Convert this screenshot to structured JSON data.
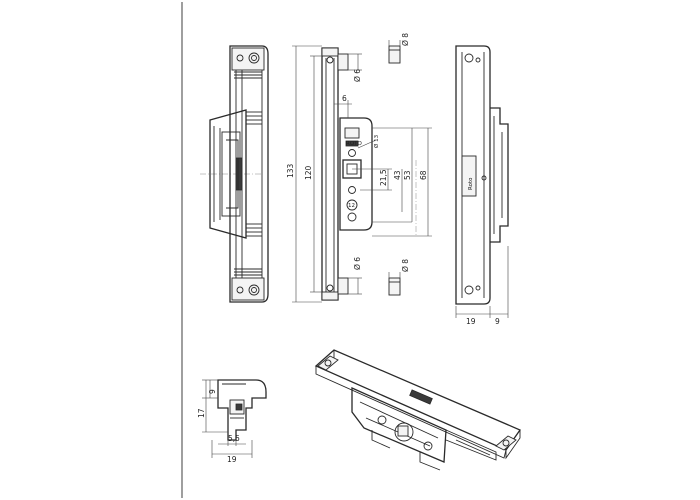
{
  "dimensions": {
    "total_length": "133",
    "rail_length": "120",
    "pin_diameter_top": "Ø 6",
    "pin_diameter_bottom": "Ø 6",
    "offset_6": "6",
    "pin_diameter_small_top": "Ø 8",
    "pin_diameter_small_bottom": "Ø 8",
    "bore_diameter": "Ø 13",
    "dim_21_5": "21,5",
    "dim_43": "43",
    "dim_53": "53",
    "dim_68": "68",
    "width_19_front": "19",
    "depth_9_front": "9",
    "height_17": "17",
    "height_9": "9",
    "dim_5_5": "5,5",
    "width_19_side": "19"
  },
  "labels": {
    "stamp_top": "ROTO",
    "stamp_bottom": "12",
    "brand_mark": "Roto"
  }
}
